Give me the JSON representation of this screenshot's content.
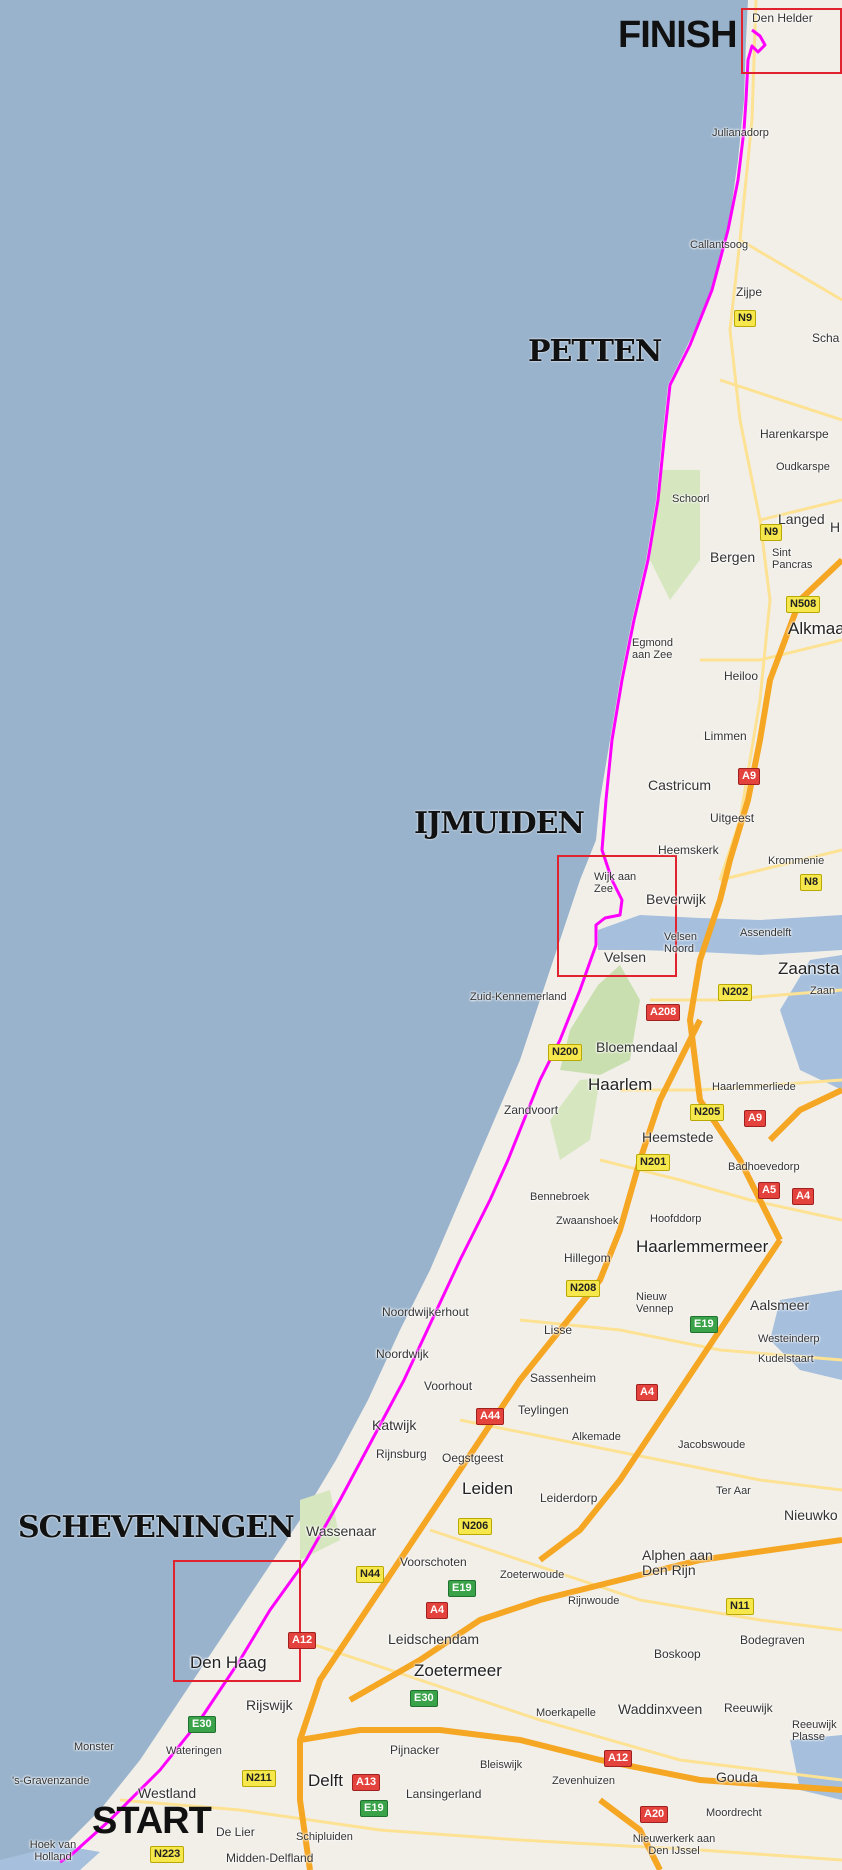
{
  "endpoints": {
    "finish": "FINISH",
    "start": "START"
  },
  "stages": {
    "petten": "PETTEN",
    "ijmuiden": "IJMUIDEN",
    "scheveningen": "SCHEVENINGEN"
  },
  "places": {
    "den_helder": "Den Helder",
    "julianadorp": "Julianadorp",
    "callantsoog": "Callantsoog",
    "zijpe": "Zijpe",
    "schagen": "Scha",
    "harenkarspel": "Harenkarspe",
    "oudkarspel": "Oudkarspe",
    "schoorl": "Schoorl",
    "langedijk": "Langed",
    "heerhugowaard": "H",
    "bergen": "Bergen",
    "sint_pancras": "Sint Pancras",
    "alkmaar": "Alkmaa",
    "egmond": "Egmond aan Zee",
    "heiloo": "Heiloo",
    "limmen": "Limmen",
    "castricum": "Castricum",
    "uitgeest": "Uitgeest",
    "heemskerk": "Heemskerk",
    "krommenie": "Krommenie",
    "wijk_aan_zee": "Wijk aan Zee",
    "beverwijk": "Beverwijk",
    "velsen_noord": "Velsen Noord",
    "velsen": "Velsen",
    "assendelft": "Assendelft",
    "zaanstad": "Zaansta",
    "zaandam": "Zaan",
    "zuid_kennemerland": "Zuid-Kennemerland",
    "bloemendaal": "Bloemendaal",
    "haarlem": "Haarlem",
    "haarlemmerliede": "Haarlemmerliede",
    "zandvoort": "Zandvoort",
    "heemstede": "Heemstede",
    "badhoevedorp": "Badhoevedorp",
    "bennebroek": "Bennebroek",
    "hoofddorp": "Hoofddorp",
    "zwaanshoek": "Zwaanshoek",
    "haarlemmermeer": "Haarlemmermeer",
    "hillegom": "Hillegom",
    "nieuw_vennep": "Nieuw Vennep",
    "aalsmeer": "Aalsmeer",
    "noordwijkerhout": "Noordwijkerhout",
    "lisse": "Lisse",
    "westeinderplassen": "Westeinderp",
    "kudelstaart": "Kudelstaart",
    "noordwijk": "Noordwijk",
    "voorhout": "Voorhout",
    "sassenheim": "Sassenheim",
    "teylingen": "Teylingen",
    "katwijk": "Katwijk",
    "alkemade": "Alkemade",
    "jacobswoude": "Jacobswoude",
    "rijnsburg": "Rijnsburg",
    "oegstgeest": "Oegstgeest",
    "leiden": "Leiden",
    "leiderdorp": "Leiderdorp",
    "ter_aar": "Ter Aar",
    "nieuwkoop": "Nieuwko",
    "wassenaar": "Wassenaar",
    "voorschoten": "Voorschoten",
    "zoeterwoude": "Zoeterwoude",
    "alphen": "Alphen aan Den Rijn",
    "rijnwoude": "Rijnwoude",
    "leidschendam": "Leidschendam",
    "den_haag": "Den Haag",
    "zoetermeer": "Zoetermeer",
    "boskoop": "Boskoop",
    "bodegraven": "Bodegraven",
    "rijswijk": "Rijswijk",
    "moerkapelle": "Moerkapelle",
    "waddinxveen": "Waddinxveen",
    "reeuwijk": "Reeuwijk",
    "reeuwijkse_plassen": "Reeuwijk Plasse",
    "monster": "Monster",
    "wateringen": "Wateringen",
    "pijnacker": "Pijnacker",
    "bleiswijk": "Bleiswijk",
    "gravenzande": "'s-Gravenzande",
    "westland": "Westland",
    "delft": "Delft",
    "lansingerland": "Lansingerland",
    "zevenhuizen": "Zevenhuizen",
    "gouda": "Gouda",
    "moordrecht": "Moordrecht",
    "hoek_van_holland": "Hoek van Holland",
    "de_lier": "De Lier",
    "schipluiden": "Schipluiden",
    "midden_delfland": "Midden-Delfland",
    "nieuwerkerk": "Nieuwerkerk aan Den IJssel"
  },
  "roads": {
    "n9_a": "N9",
    "n9_b": "N9",
    "n508": "N508",
    "a9_a": "A9",
    "n8": "N8",
    "n202": "N202",
    "a208": "A208",
    "n200": "N200",
    "n205": "N205",
    "a9_b": "A9",
    "n201": "N201",
    "a5": "A5",
    "a4_a": "A4",
    "n208": "N208",
    "e19_a": "E19",
    "a4_b": "A4",
    "a44": "A44",
    "n206": "N206",
    "n44": "N44",
    "e19_b": "E19",
    "a4_c": "A4",
    "n11": "N11",
    "a12_a": "A12",
    "e30_a": "E30",
    "e30_b": "E30",
    "a12_b": "A12",
    "n211": "N211",
    "a13": "A13",
    "e19_c": "E19",
    "a20": "A20",
    "n223": "N223"
  },
  "colors": {
    "sea": "#99b3cc",
    "land": "#f2efe9",
    "route": "#ff00ff",
    "marker": "#e0232f",
    "highway": "#f5a623",
    "road": "#fde293",
    "water": "#a5bfdd",
    "park": "#c9dfaf"
  }
}
